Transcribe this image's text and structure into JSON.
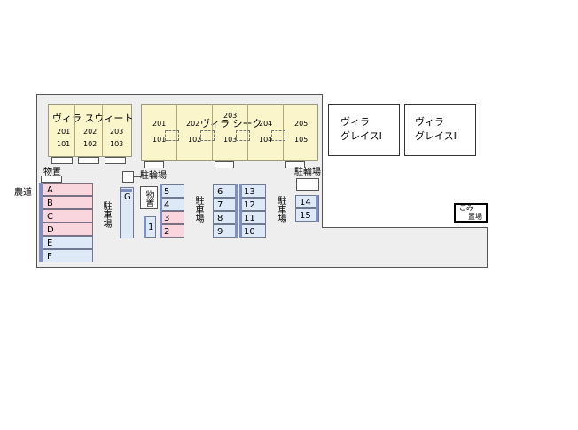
{
  "roads": {
    "left": "農道"
  },
  "buildings": {
    "suite": {
      "name": "ヴィラ スウィート",
      "upper": [
        "201",
        "202",
        "203"
      ],
      "lower": [
        "101",
        "102",
        "103"
      ]
    },
    "seek": {
      "name": "ヴィラ シーク",
      "upper": [
        "201",
        "202",
        "203",
        "204",
        "205"
      ],
      "lower": [
        "101",
        "102",
        "103",
        "104",
        "105"
      ]
    },
    "grace1": {
      "line1": "ヴィラ",
      "line2": "グレイスⅠ"
    },
    "grace2": {
      "line1": "ヴィラ",
      "line2": "グレイスⅡ"
    }
  },
  "facilities": {
    "storage_left": "物置",
    "storage_mid": "物置",
    "bicycle_1": "駐輪場",
    "bicycle_2": "駐輪場",
    "garbage_line1": "ごみ",
    "garbage_line2": "置場",
    "parking_label": "駐車場",
    "parking_g": "G"
  },
  "parking": {
    "left_column": [
      "A",
      "B",
      "C",
      "D",
      "E",
      "F"
    ],
    "col_1": [
      "1"
    ],
    "col_2": [
      "5",
      "4",
      "3",
      "2"
    ],
    "col_3": [
      "6",
      "7",
      "8",
      "9"
    ],
    "col_4": [
      "13",
      "12",
      "11",
      "10"
    ],
    "col_5": [
      "14",
      "15"
    ]
  },
  "colors": {
    "building": "#fbf5cc",
    "pink_spot": "#f9d5de",
    "blue_spot": "#dde9f7"
  }
}
